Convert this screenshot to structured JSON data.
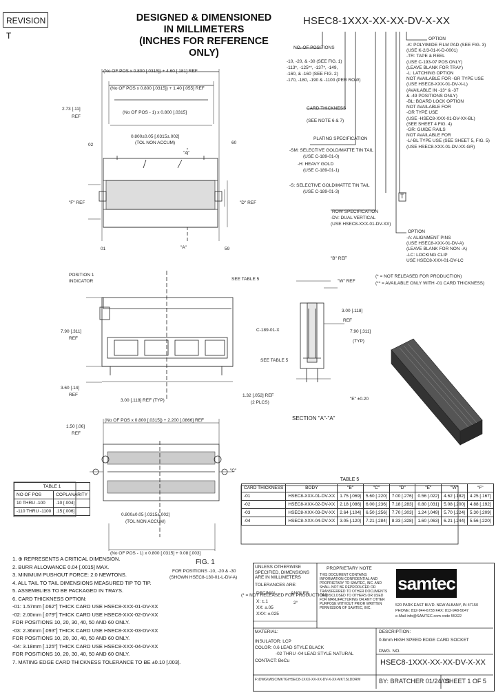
{
  "revision": "REVISION T",
  "title_lines": [
    "DESIGNED & DIMENSIONED",
    "IN MILLIMETERS",
    "(INCHES FOR REFERENCE ONLY)"
  ],
  "part_number_scheme": "HSEC8-1XXX-XX-XX-DV-X-XX",
  "options": {
    "no_positions": {
      "label": "NO. OF POSITIONS",
      "lines": [
        "-10, -20, & -30 (SEE FIG. 1)",
        "-113*, -125**, -137*, -149,",
        "-160, & -160 (SEE FIG. 2)",
        "-170, -180, -190 & -1100 (PER ROW)"
      ]
    },
    "card_thickness": {
      "label": "CARD THICKNESS",
      "lines": [
        "(SEE NOTE 6 & 7)"
      ]
    },
    "plating": {
      "label": "PLATING SPECIFICATION",
      "lines": [
        "-SM: SELECTIVE GOLD/MATTE TIN TAIL",
        "(USE C-189-01-0)",
        "-H: HEAVY GOLD",
        "(USE C-189-01-1)",
        "-S: SELECTIVE GOLD/MATTE TIN TAIL",
        "(USE C-189-01-3)"
      ]
    },
    "row_spec": {
      "label": "ROW SPECIFICATION",
      "lines": [
        "-DV: DUAL VERTICAL",
        "(USE HSEC8-XXX-01-DV-XX)"
      ]
    },
    "option_top": {
      "label": "OPTION",
      "lines": [
        "-K: POLYIMIDE FILM PAD (SEE FIG. 3)",
        "(USE K-2/3-01-K-D-0001)",
        "-TR: TAPE & REEL",
        "(USE C-193-07 POS ONLY)",
        "(LEAVE BLANK FOR TRAY)",
        "-L: LATCHING OPTION",
        "NOT AVAILABLE FOR -GR TYPE USE",
        "(USE HSEC8-XXX-01-DV-X-L)",
        "(AVAILABLE IN -13* & -37",
        "& -49 POSITIONS ONLY)",
        "-BL: BOARD LOCK OPTION",
        "NOT AVAILABLE FOR",
        "-GR TYPE USE",
        "(USE -HSEC8-XXX-01-DV-XX-BL)",
        "(SEE SHEET 4 FIG. 4)",
        "-GR: GUIDE RAILS",
        "NOT AVAILABLE FOR",
        "-L/-BL TYPE USE (SEE SHEET 5, FIG. 5)",
        "(USE HSEC8-XXX-01-DV-XX-GR)"
      ]
    },
    "option_bottom": {
      "label": "OPTION",
      "lines": [
        "-A: ALIGNMENT PINS",
        "(USE HSEC8-XXX-01-DV-A)",
        "(LEAVE BLANK FOR NON -A)",
        "-LC: LOCKING CLIP",
        "USE HSEC8-XXX-01-DV-LC"
      ]
    },
    "box_letter": "T"
  },
  "footnotes": [
    "(* = NOT RELEASED FOR PRODUCTION)",
    "(** = AVAILABLE ONLY WITH -01 CARD THICKNESS)"
  ],
  "dims": {
    "top_overall": "(No OF POS x 0.800 [.0315]) + 4.60 [.181] REF",
    "top_pitch": "(No OF POS x 0.800 [.0315]) + 1.40 [.055] REF",
    "top_inner": "(No OF POS - 1) x 0.800 [.0315]",
    "pitch": "0.800±0.05 [.0315±.002]",
    "noncum": "(TOL NON ACCUM)",
    "left_273": "2.73 [.11]",
    "ref": "REF",
    "left_02": "02",
    "right_60": "60",
    "left_01": "01",
    "right_59": "59",
    "mark_a": "\"A\"",
    "f_ref": "\"F\" REF",
    "d_ref": "\"D\" REF",
    "pos1": "POSITION 1",
    "indicator": "INDICATOR",
    "see_table": "SEE TABLE 5",
    "h790": "7.90 [.311]",
    "h360": "3.60 [.14]",
    "w3": "3.00 [.118] REF (TYP)",
    "w132": "1.32 [.052] REF",
    "two_plcs": "(2 PLCS)",
    "c1890": "C-189-01-X",
    "see_table_5": "SEE TABLE 5",
    "b_ref": "\"B\" REF",
    "w_ref": "\"W\" REF",
    "t300": "3.00 [.118]",
    "t_ref": "REF",
    "t790": "7.90 [.311]",
    "t_typ": "(TYP)",
    "tol020": "\"E\" ±0.20",
    "section": "SECTION \"A\"-\"A\"",
    "h150": "1.50 [.06]",
    "bot_overall": "(No OF POS x 0.800 [.0315]) + 2.200 [.0866] REF",
    "bot_pitch": "0.800±0.05 [.0315±.002]",
    "bot_noncum": "(TOL NON ACCUM)",
    "bot_inner": "(No OF POS - 1) x 0.800 [.0315] + 0.08 [.003]",
    "c_label": "\"C\"",
    "fig_label": "FIG. 1",
    "fig_sub1": "FOR POSITIONS -10, -20 & -30",
    "fig_sub2": "(SHOWN HSEC8-130-01-L-DV-A)"
  },
  "table1": {
    "title": "TABLE 1",
    "headers": [
      "NO OF POS",
      "COPLANARITY"
    ],
    "rows": [
      [
        "10 THRU -100",
        ".10 [.004]"
      ],
      [
        "-110 THRU -1100",
        ".15 [.006]"
      ]
    ]
  },
  "table5": {
    "title": "TABLE 5",
    "headers": [
      "CARD THICKNESS",
      "BODY",
      "\"B\"",
      "\"C\"",
      "\"D\"",
      "\"E\"",
      "\"W\"",
      "\"F\""
    ],
    "rows": [
      [
        "-01",
        "HSEC8-XXX-01-DV-XX",
        "1.75 [.069]",
        "5.60 [.220]",
        "7.00 [.276]",
        "0.56 [.022]",
        "4.62 [.182]",
        "4.25 [.167]"
      ],
      [
        "-02",
        "HSEC8-XXX-02-DV-XX",
        "2.18 [.086]",
        "6.00 [.236]",
        "7.18 [.283]",
        "0.80 [.031]",
        "5.08 [.200]",
        "4.88 [.192]"
      ],
      [
        "-03",
        "HSEC8-XXX-03-DV-XX",
        "2.64 [.104]",
        "6.50 [.256]",
        "7.70 [.303]",
        "1.24 [.049]",
        "5.70 [.224]",
        "5.30 [.209]"
      ],
      [
        "-04",
        "HSEC8-XXX-04-DV-XX",
        "3.05 [.120]",
        "7.21 [.284]",
        "8.33 [.328]",
        "1.60 [.063]",
        "6.21 [.244]",
        "5.56 [.220]"
      ]
    ],
    "footnote": "(* = NOT RELEASED FOR PRODUCTION)"
  },
  "notes": [
    "1. ⊕ REPRESENTS A CRITICAL DIMENSION.",
    "2. BURR ALLOWANCE 0.04 [.0015] MAX.",
    "3. MINIMUM PUSHOUT FORCE: 2.0 NEWTONS.",
    "4. ALL TAIL TO TAIL DIMENSIONS MEASURED TIP TO TIP.",
    "5. ASSEMBLIES TO BE PACKAGED IN TRAYS.",
    "6. CARD THICKNESS OPTION:",
    "  -01: 1.57mm [.062\"] THICK CARD USE HSEC8-XXX-01-DV-XX",
    "  -02: 2.00mm [.079\"] THICK CARD USE HSEC8-XXX-02-DV-XX",
    "    FOR POSITIONS 10, 20, 30, 40, 50 AND 60 ONLY.",
    "  -03: 2.36mm [.093\"] THICK CARD USE HSEC8-XXX-03-DV-XX",
    "    FOR POSITIONS 10, 20, 30, 40, 50 AND 60 ONLY.",
    "  -04: 3.18mm [.125\"] THICK CARD USE HSEC8-XXX-04-DV-XX",
    "    FOR POSITIONS 10, 20, 30, 40, 50 AND 60 ONLY.",
    "7. MATING EDGE CARD THICKNESS TOLERANCE TO BE ±0.10 [.003]."
  ],
  "titleblock": {
    "unless": "UNLESS OTHERWISE SPECIFIED, DIMENSIONS ARE IN MILLIMETERS",
    "tolerances": "TOLERANCES ARE:",
    "decimal": "DECIMAL",
    "angles": "ANGLES",
    "x": "X: ±.1",
    "xx": "XX: ±.05",
    "xxx": "XXX: ±.025",
    "deg": "2°",
    "proprietary": "PROPRIETARY NOTE",
    "prop_text": "THIS DOCUMENT CONTAINS INFORMATION CONFIDENTIAL AND PROPRIETARY TO SAMTEC, INC. AND SHALL NOT BE REPRODUCED OR TRANSFERRED TO OTHER DOCUMENTS OR DISCLOSED TO OTHERS OR USED FOR MANUFACTURING OR ANY OTHER PURPOSE WITHOUT PRIOR WRITTEN PERMISSION OF SAMTEC, INC.",
    "logo": "samtec",
    "address": "520 PARK EAST BLVD. NEW ALBANY, IN 47150",
    "phone": "PHONE: 812-944-6733   FAX: 812-948-5047",
    "email": "e-Mail info@SAMTEC.com   code 55322",
    "material": "MATERIAL:",
    "insulator": "INSULATOR: LCP",
    "color": "COLOR: 0.6 LEAD STYLE BLACK",
    "color2": "-02 THRU -04 LEAD STYLE NATURAL",
    "contact": "CONTACT: BeCu",
    "description_label": "DESCRIPTION:",
    "description": "0.8mm HIGH SPEED EDGE CARD SOCKET",
    "dwg_label": "DWG. NO.",
    "dwg": "HSEC8-1XXX-XX-XX-DV-X-XX",
    "by": "BY: BRATCHER 01/24/03",
    "sheet": "SHEET 1 OF 5",
    "file": "F:\\DWG\\MISC\\MKTG\\HSEC8-1XXX-XX-XX-DV-X-XX-MKT.SLDDRW"
  }
}
